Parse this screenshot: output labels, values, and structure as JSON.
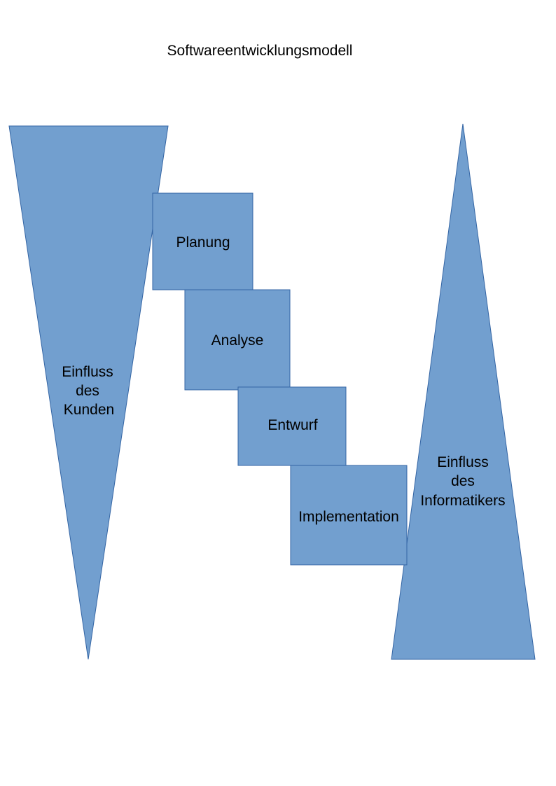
{
  "title": "Softwareentwicklungsmodell",
  "colors": {
    "shape_fill": "#729fcf",
    "shape_stroke": "#3465a4",
    "text": "#000000"
  },
  "customer_triangle": {
    "lines": [
      "Einfluss",
      "des",
      "Kunden"
    ]
  },
  "developer_triangle": {
    "lines": [
      "Einfluss",
      "des",
      "Informatikers"
    ]
  },
  "phases": [
    {
      "label": "Planung"
    },
    {
      "label": "Analyse"
    },
    {
      "label": "Entwurf"
    },
    {
      "label": "Implementation"
    }
  ]
}
